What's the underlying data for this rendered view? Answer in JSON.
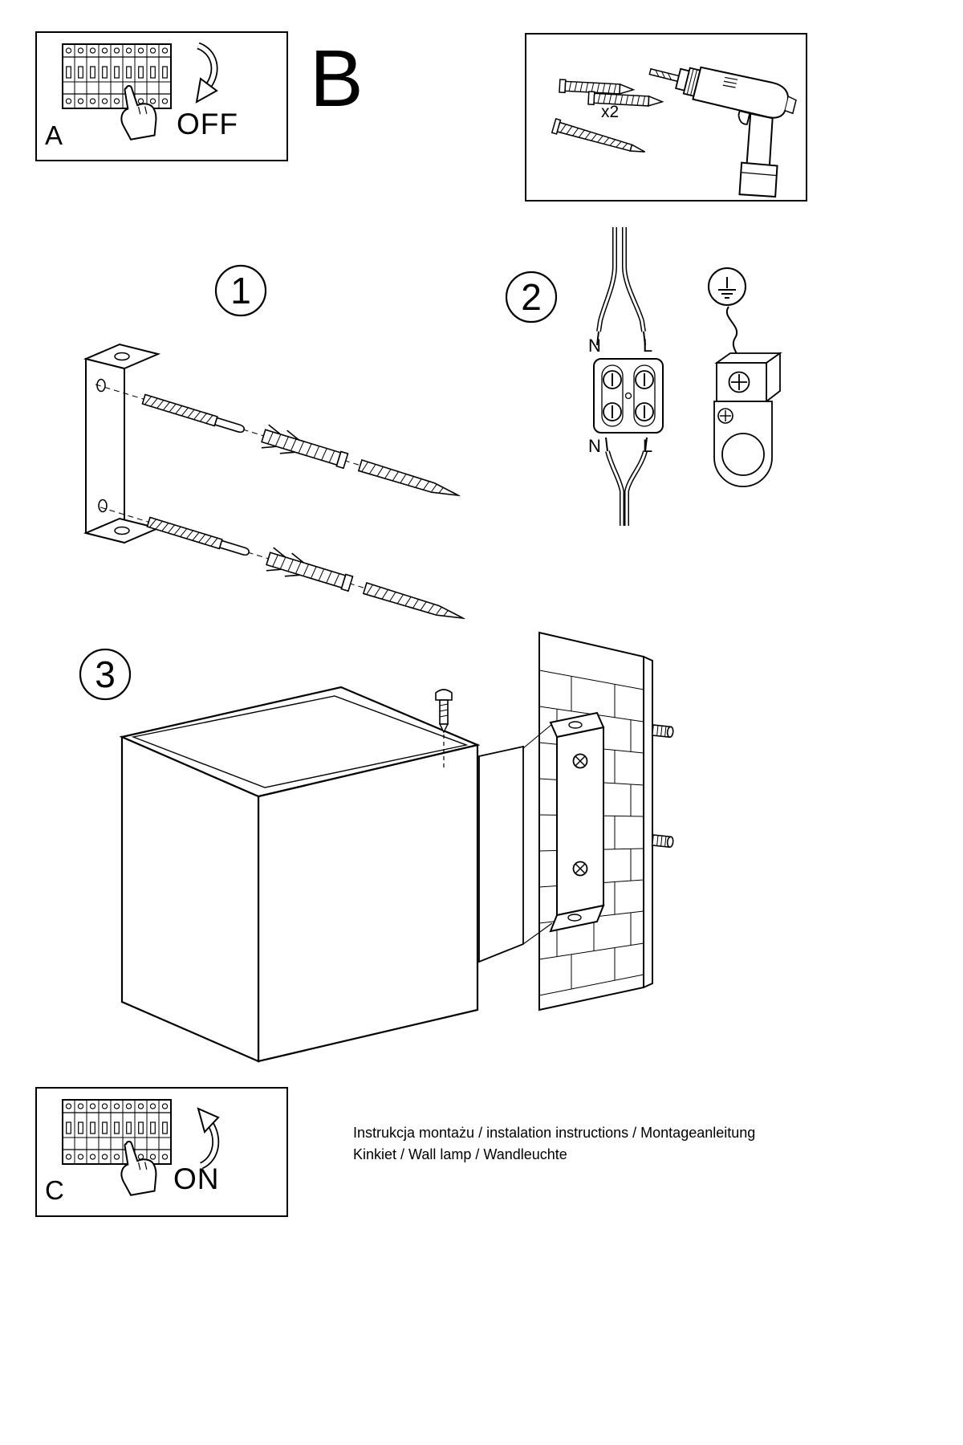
{
  "page": {
    "background": "#ffffff",
    "ink": "#000000"
  },
  "panel_a": {
    "label": "A",
    "state": "OFF"
  },
  "parts_box": {
    "label": "B",
    "anchor_quantity": "x2"
  },
  "steps": {
    "step_1": {
      "number": "1"
    },
    "step_2": {
      "number": "2",
      "terminal_labels": {
        "top_n": "N",
        "top_l": "L",
        "bottom_n": "N",
        "bottom_l": "L"
      }
    },
    "step_3": {
      "number": "3"
    }
  },
  "panel_c": {
    "label": "C",
    "state": "ON"
  },
  "footer": {
    "line1": "Instrukcja montażu / instalation instructions / Montageanleitung",
    "line2": "Kinkiet / Wall lamp / Wandleuchte"
  }
}
